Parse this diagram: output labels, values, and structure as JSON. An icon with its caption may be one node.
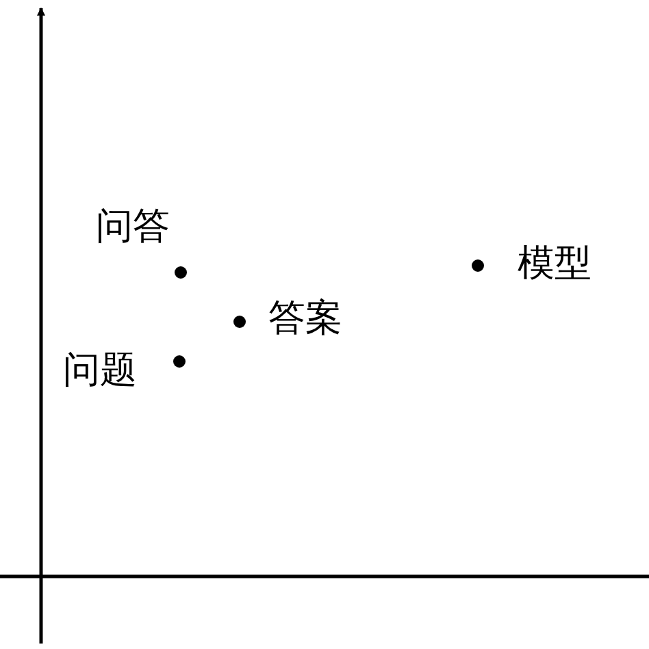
{
  "diagram": {
    "labels": [
      "问答",
      "答案",
      "问题",
      "模型"
    ]
  }
}
